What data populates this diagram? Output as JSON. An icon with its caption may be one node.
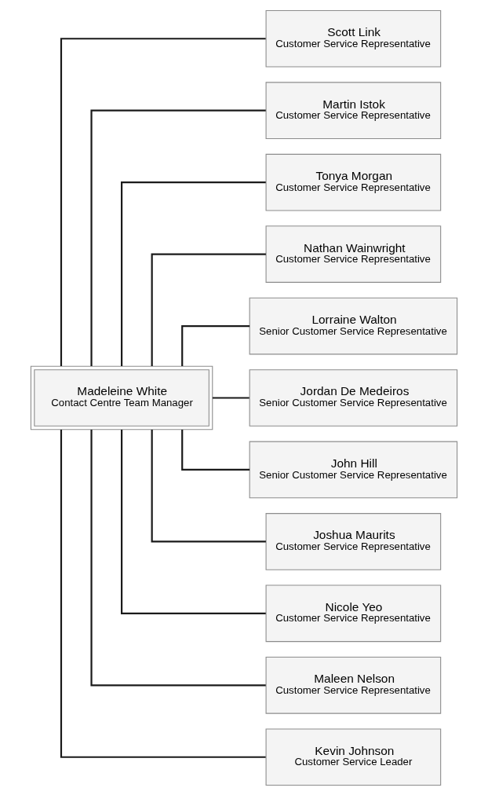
{
  "diagram": {
    "nodes": [
      {
        "text": [
          "Madeleine White",
          "Contact Centre Team Manager"
        ]
      },
      {
        "text": [
          "Scott Link",
          "Customer Service Representative"
        ]
      },
      {
        "text": [
          "Martin Istok",
          "Customer Service Representative"
        ]
      },
      {
        "text": [
          "Tonya Morgan",
          "Customer Service Representative"
        ]
      },
      {
        "text": [
          "Nathan Wainwright",
          "Customer Service Representative"
        ]
      },
      {
        "text": [
          "Lorraine Walton",
          "Senior Customer Service Representative"
        ]
      },
      {
        "text": [
          "Jordan De Medeiros",
          "Senior Customer Service Representative"
        ]
      },
      {
        "text": [
          "John Hill",
          "Senior Customer Service Representative"
        ]
      },
      {
        "text": [
          "Joshua Maurits",
          "Customer Service Representative"
        ]
      },
      {
        "text": [
          "Nicole Yeo",
          "Customer Service Representative"
        ]
      },
      {
        "text": [
          "Maleen Nelson",
          "Customer Service Representative"
        ]
      },
      {
        "text": [
          "Kevin Johnson",
          "Customer Service Leader"
        ]
      }
    ],
    "edges": [
      {
        "from": 0,
        "to": 1,
        "arrow": "none"
      },
      {
        "from": 0,
        "to": 2,
        "arrow": "none"
      },
      {
        "from": 0,
        "to": 3,
        "arrow": "none"
      },
      {
        "from": 0,
        "to": 4,
        "arrow": "none"
      },
      {
        "from": 0,
        "to": 5,
        "arrow": "none"
      },
      {
        "from": 0,
        "to": 6,
        "arrow": "none"
      },
      {
        "from": 0,
        "to": 7,
        "arrow": "none"
      },
      {
        "from": 0,
        "to": 8,
        "arrow": "none"
      },
      {
        "from": 0,
        "to": 9,
        "arrow": "none"
      },
      {
        "from": 0,
        "to": 10,
        "arrow": "none"
      },
      {
        "from": 0,
        "to": 11,
        "arrow": "none"
      }
    ]
  }
}
